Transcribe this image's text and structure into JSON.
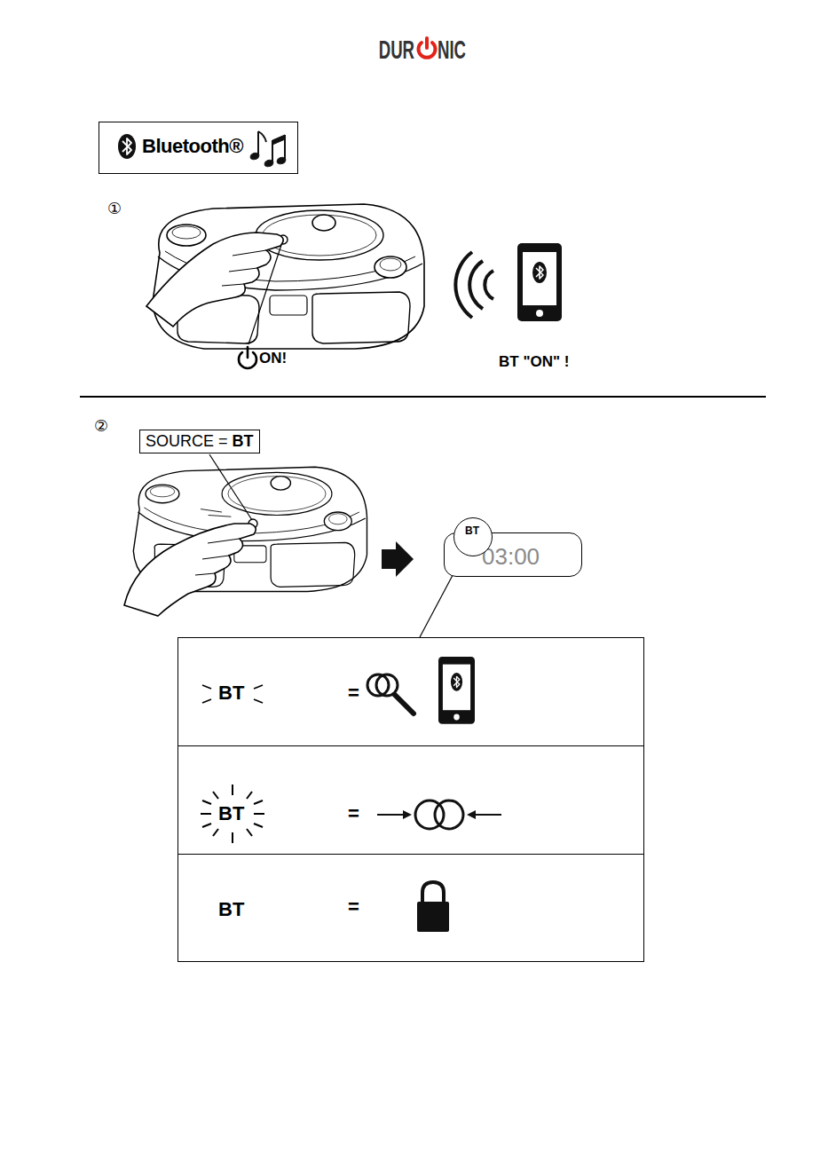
{
  "diagram": {
    "nodes": [
      {
        "text": [
          "Bluetooth®"
        ]
      },
      {
        "text": [
          "SOURCE =",
          "BT"
        ]
      },
      {
        "text": [
          "03:00"
        ]
      },
      {
        "text": [
          "BT"
        ],
        "in": 2
      },
      {
        "text": [
          "BT",
          "="
        ]
      },
      {
        "text": [
          "BT",
          "="
        ]
      },
      {
        "text": [
          "BT",
          "="
        ]
      }
    ],
    "edges": [
      {
        "from": 3,
        "to": 4,
        "arrow": "none"
      }
    ],
    "labels": [
      "DUR",
      "NIC",
      "①",
      "ON!",
      "BT \"ON\" !",
      "②"
    ]
  }
}
